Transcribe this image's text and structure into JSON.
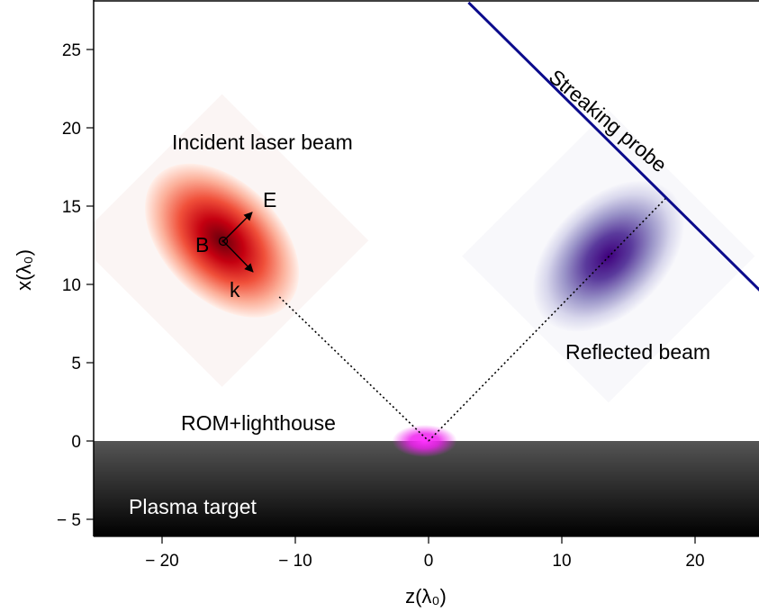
{
  "diagram": {
    "x_axis": {
      "label": "z(λ₀)",
      "range": [
        -25,
        25
      ],
      "ticks": [
        {
          "value": -20,
          "label": "− 20"
        },
        {
          "value": -10,
          "label": "− 10"
        },
        {
          "value": 0,
          "label": "0"
        },
        {
          "value": 10,
          "label": "10"
        },
        {
          "value": 20,
          "label": "20"
        }
      ]
    },
    "y_axis": {
      "label": "x(λ₀)",
      "range": [
        -6,
        28
      ],
      "ticks": [
        {
          "value": 25,
          "label": "25"
        },
        {
          "value": 20,
          "label": "20"
        },
        {
          "value": 15,
          "label": "15"
        },
        {
          "value": 10,
          "label": "10"
        },
        {
          "value": 5,
          "label": "5"
        },
        {
          "value": 0,
          "label": "0"
        },
        {
          "value": -5,
          "label": "− 5"
        }
      ]
    },
    "labels": {
      "incident": "Incident laser beam",
      "reflected": "Reflected beam",
      "streaking": "Streaking probe",
      "rom": "ROM+lighthouse",
      "plasma": "Plasma target",
      "field_E": "E",
      "field_B": "B",
      "field_k": "k"
    },
    "colors": {
      "incident_beam": "#c40010",
      "reflected_beam": "#3a0a8a",
      "streaking_line": "#0b0b8c",
      "rom_glow": "#ee22ee",
      "plasma_top": "#555555",
      "plasma_bottom": "#000000"
    },
    "geometry_data": {
      "incident_center": [
        -15.5,
        12.8
      ],
      "reflected_center": [
        13.5,
        11.8
      ],
      "reflection_point": [
        0,
        0
      ],
      "incident_path_start": [
        -11.2,
        9.2
      ],
      "reflected_path_end": [
        17.8,
        15.5
      ],
      "streaking_line": [
        [
          3,
          28
        ],
        [
          25,
          9.5
        ]
      ],
      "rom_center": [
        -0.3,
        0
      ]
    }
  }
}
